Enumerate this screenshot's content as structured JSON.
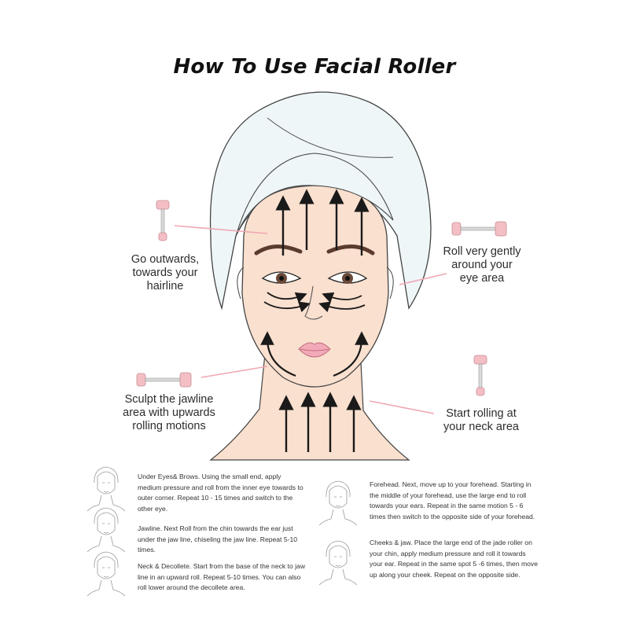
{
  "title": "How To Use Facial Roller",
  "callouts": {
    "forehead": "Go outwards,\ntowards your\nhairline",
    "eyes": "Roll very gently\naround your\neye area",
    "jaw": "Sculpt the jawline\narea with upwards\nrolling motions",
    "neck": "Start rolling at\nyour neck area"
  },
  "steps": {
    "eyes": "Under Eyes& Brows. Using the small end, apply medium pressure and roll from the inner eye towards to outer corner. Repeat 10 - 15 times and switch to the other eye.",
    "jawline": "Jawline. Next Roll from the chin towards the ear just under the jaw line, chiseling the jaw line. Repeat 5-10 times.",
    "neck": "Neck & Decollete. Start from the base of the neck to jaw line in an upward roll. Repeat 5-10 times. You can also roll lower around the decollete area.",
    "forehead": "Forehead. Next, move up to your forehead. Starting in the middle of your forehead, use the large end to roll towards your ears. Repeat in the same motion 5 - 6 times then switch to the opposite side of your forehead.",
    "cheeks": "Cheeks & jaw. Place the large end of the jade roller on your chin, apply medium pressure and roll it towards your ear. Repeat in the same spot 5 -6 times, then move up along your cheek. Repeat on the opposite side."
  },
  "colors": {
    "skin": "#fae0cf",
    "towel": "#eef6f8",
    "roller": "#f3bfc5",
    "lips": "#f2aab8",
    "pointer": "#f0a7b3"
  }
}
